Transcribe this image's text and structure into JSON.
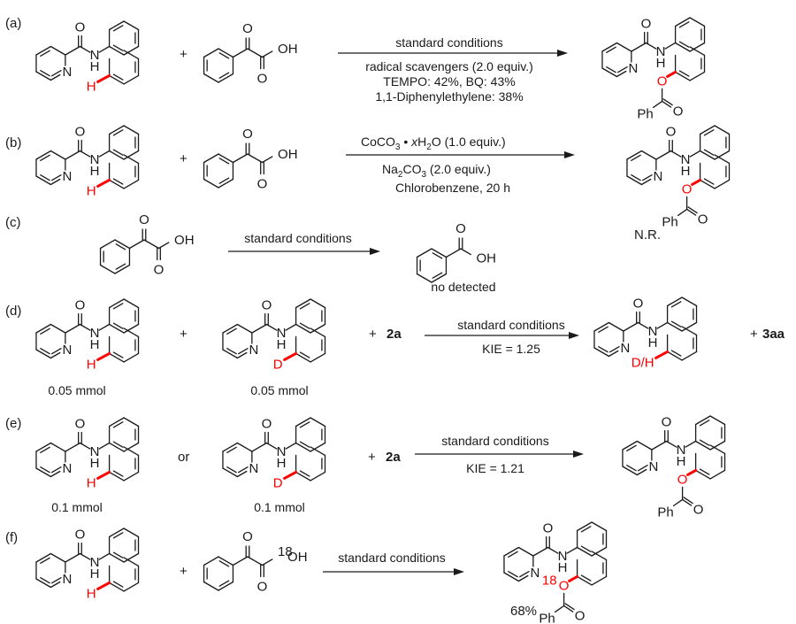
{
  "figure": {
    "title": "Mechanistic control experiments",
    "colors": {
      "text": "#1a1a1a",
      "highlight": "#ff0000",
      "background": "#ffffff"
    }
  },
  "panels": [
    {
      "label": "(a)",
      "reactants": [
        {
          "type": "picolinamide-naphthalene",
          "peri_atom": "H"
        },
        {
          "type": "benzoylformic-acid",
          "oh_label": "OH"
        }
      ],
      "plus": "+",
      "conditions_above": [
        "standard conditions"
      ],
      "conditions_below": [
        "radical scavengers (2.0 equiv.)",
        "TEMPO: 42%, BQ: 43%",
        "1,1-Diphenylethylene: 38%"
      ],
      "product": {
        "type": "benzoate-ester",
        "o_label": "O",
        "ph_label": "Ph",
        "o2_label": "O"
      }
    },
    {
      "label": "(b)",
      "reactants": [
        {
          "type": "picolinamide-naphthalene",
          "peri_atom": "H"
        },
        {
          "type": "benzoylformic-acid",
          "oh_label": "OH"
        }
      ],
      "plus": "+",
      "conditions_above": [
        "CoCO₃ • xH₂O (1.0 equiv.)"
      ],
      "conditions_above_parts": {
        "a": "CoCO",
        "sub1": "3",
        "dot": " • ",
        "x": "x",
        "h": "H",
        "sub2": "2",
        "tail": "O (1.0 equiv.)"
      },
      "conditions_below": [
        "Na₂CO₃ (2.0 equiv.)",
        "Chlorobenzene, 20 h"
      ],
      "conditions_below_parts": {
        "na": "Na",
        "sub1": "2",
        "co": "CO",
        "sub2": "3",
        "tail": " (2.0 equiv.)"
      },
      "product": {
        "type": "benzoate-ester",
        "o_label": "O",
        "ph_label": "Ph",
        "o2_label": "O"
      },
      "result": "N.R."
    },
    {
      "label": "(c)",
      "reactants": [
        {
          "type": "benzoylformic-acid",
          "oh_label": "OH"
        }
      ],
      "conditions_above": [
        "standard conditions"
      ],
      "product": {
        "type": "benzoic-acid",
        "oh_label": "OH"
      },
      "result": "no detected"
    },
    {
      "label": "(d)",
      "reactants": [
        {
          "type": "picolinamide-naphthalene",
          "peri_atom": "H",
          "amount": "0.05 mmol"
        },
        {
          "type": "picolinamide-naphthalene",
          "peri_atom": "D",
          "amount": "0.05 mmol"
        },
        {
          "type": "compound-ref",
          "name": "2a"
        }
      ],
      "plus": "+",
      "conditions_above": [
        "standard conditions"
      ],
      "conditions_below": [
        "KIE = 1.25"
      ],
      "product": {
        "type": "picolinamide-naphthalene",
        "peri_atom": "D/H"
      },
      "coproduct": {
        "plus": "+",
        "name": "3aa"
      }
    },
    {
      "label": "(e)",
      "reactants": [
        {
          "type": "picolinamide-naphthalene",
          "peri_atom": "H",
          "amount": "0.1 mmol"
        },
        {
          "type": "picolinamide-naphthalene",
          "peri_atom": "D",
          "amount": "0.1 mmol"
        },
        {
          "type": "compound-ref",
          "name": "2a"
        }
      ],
      "or": "or",
      "plus": "+",
      "conditions_above": [
        "standard conditions"
      ],
      "conditions_below": [
        "KIE = 1.21"
      ],
      "product": {
        "type": "benzoate-ester",
        "o_label": "O",
        "ph_label": "Ph",
        "o2_label": "O"
      }
    },
    {
      "label": "(f)",
      "reactants": [
        {
          "type": "picolinamide-naphthalene",
          "peri_atom": "H"
        },
        {
          "type": "benzoylformic-acid",
          "oh_label": "OH",
          "isotope": "18"
        }
      ],
      "plus": "+",
      "conditions_above": [
        "standard conditions"
      ],
      "product": {
        "type": "benzoate-ester",
        "o_label": "O",
        "isotope": "18",
        "ph_label": "Ph",
        "o2_label": "O"
      },
      "yield": "68%"
    }
  ],
  "atoms": {
    "N": "N",
    "H": "H",
    "O": "O",
    "OH": "OH"
  }
}
